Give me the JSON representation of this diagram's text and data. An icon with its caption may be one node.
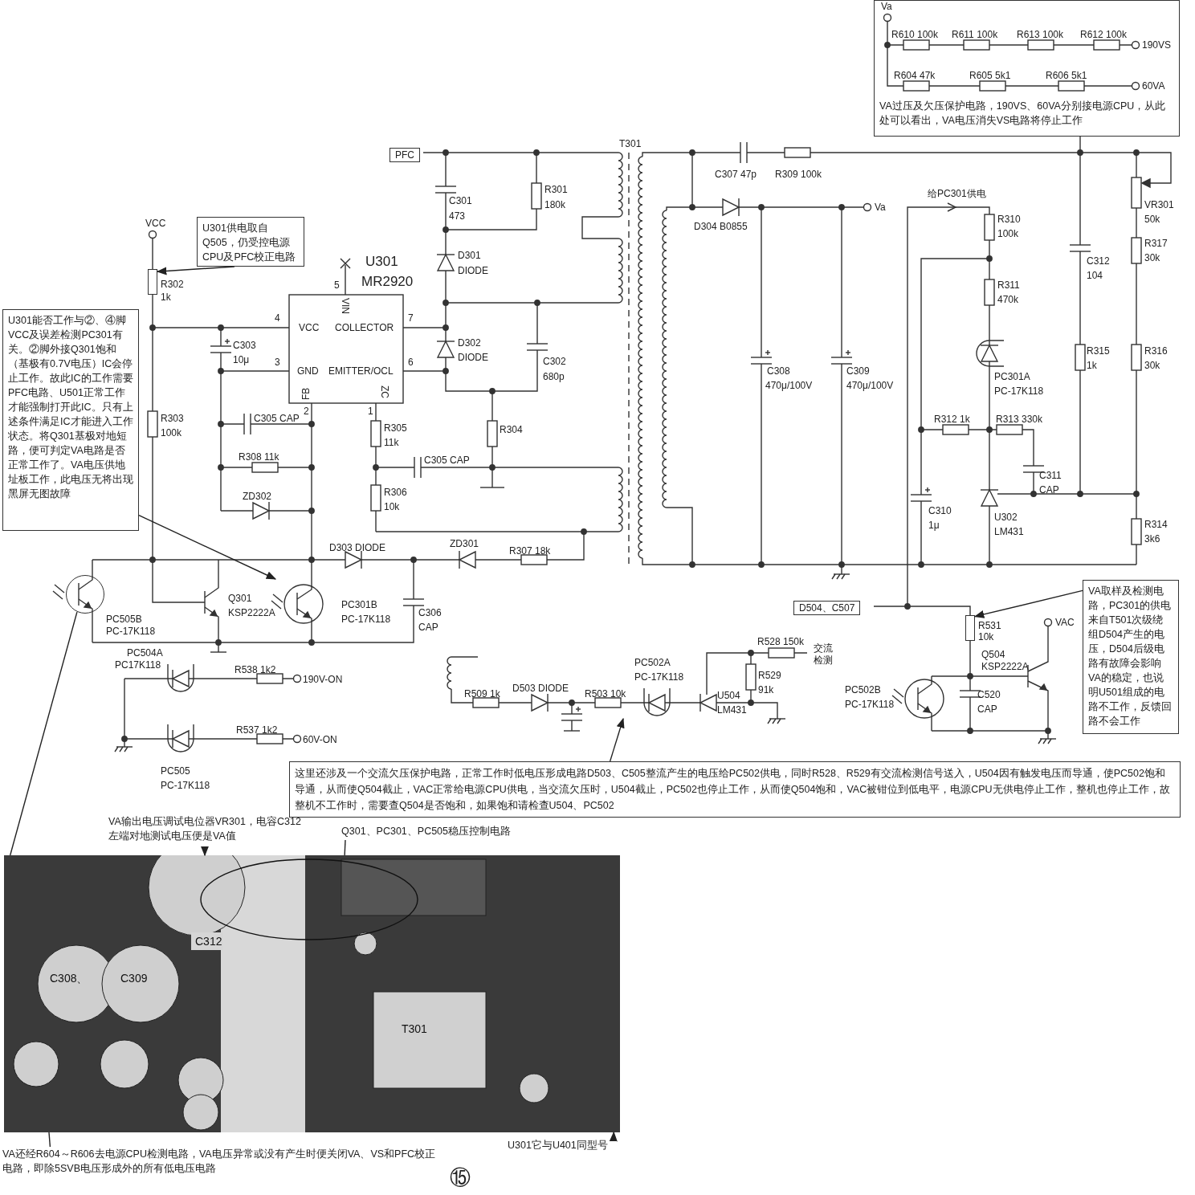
{
  "diagram": {
    "nodes": [
      {
        "text": [
          "U301供电取自Q505，仍受控电源CPU及PFC校正电路"
        ]
      },
      {
        "text": [
          "U301能否工作与②、④脚VCC及误差检测PC301有关。②脚外接Q301饱和（基极有0.7V电压）IC会停止工作。故此IC的工作需要PFC电路、U501正常工作才能强制打开此IC。只有上述条件满足IC才能进入工作状态。将Q301基极对地短路，便可判定VA电路是否正常工作了。VA电压供地址板工作，此电压无将出现黑屏无图故障"
        ]
      },
      {
        "text": [
          "VA过压及欠压保护电路，190VS、60VA分别接电源CPU，从此处可以看出，VA电压消失VS电路将停止工作"
        ]
      },
      {
        "text": [
          "这里还涉及一个交流欠压保护电路，正常工作时低电压形成电路D503、C505整流产生的电压给PC502供电，同时R528、R529有交流检测信号送入，U504因有触发电压而导通，使PC502饱和导通，从而使Q504截止，VAC正常给电源CPU供电，当交流欠压时，U504截止，PC502也停止工作，从而使Q504饱和，VAC被钳位到低电平，电源CPU无供电停止工作，整机也停止工作，故整机不工作时，需要查Q504是否饱和，如果饱和请检查U504、PC502"
        ]
      },
      {
        "text": [
          "VA取样及检测电路，PC301的供电来自T501次级绕组D504产生的电压，D504后级电路有故障会影响VA的稳定，也说明U501组成的电路不工作，反馈回路不会工作"
        ]
      },
      {
        "text": [
          "VA输出电压调试电位器VR301，电容C312左端对地测试电压便是VA值"
        ]
      },
      {
        "text": [
          "Q301、PC301、PC505稳压控制电路"
        ]
      },
      {
        "text": [],
        "shape": "picture"
      },
      {
        "text": [
          "VA还经R604～R606去电源CPU检测电路，VA电压异常或没有产生时便关闭VA、VS和PFC校正电路，即除5SVB电压形成外的所有低电压电路"
        ]
      },
      {
        "text": [
          "U301它与U401同型号"
        ]
      },
      {
        "text": [],
        "shape": "resistor",
        "beside": [
          "R302",
          "1k"
        ]
      },
      {
        "text": [],
        "shape": "resistor",
        "beside": [
          "R531",
          "10k"
        ]
      },
      {
        "text": [],
        "shape": "circle",
        "beside": [
          "PC505B",
          "PC-17K118"
        ]
      }
    ],
    "edges": [
      {
        "from": 0,
        "to": 10,
        "arrow": "to"
      },
      {
        "from": 1,
        "to": null,
        "arrow": "to"
      },
      {
        "from": 7,
        "to": 12,
        "arrow": "none"
      },
      {
        "from": 3,
        "to": null,
        "arrow": "to"
      },
      {
        "from": 4,
        "to": 11,
        "arrow": "to"
      },
      {
        "from": 5,
        "to": 7,
        "arrow": "to"
      },
      {
        "from": 6,
        "to": 7,
        "arrow": "none"
      },
      {
        "from": 8,
        "to": 7,
        "arrow": "none"
      },
      {
        "from": 9,
        "to": 7,
        "arrow": "to"
      }
    ],
    "labels": [
      "Va",
      "R610 100k",
      "R611 100k",
      "R613 100k",
      "R612 100k",
      "190VS",
      "R604 47k",
      "R605 5k1",
      "R606 5k1",
      "60VA",
      "PFC",
      "T301",
      "C301",
      "473",
      "R301",
      "180k",
      "D301",
      "DIODE",
      "U301",
      "5",
      "MR2920",
      "VIN",
      "4",
      "VCC",
      "COLLECTOR",
      "7",
      "3",
      "GND",
      "EMITTER/OCL",
      "6",
      "FB",
      "ZC",
      "2",
      "1",
      "D302",
      "DIODE",
      "C302",
      "680p",
      "R304",
      "VCC",
      "C303",
      "10μ",
      "R303",
      "100k",
      "C305 CAP",
      "R308 11k",
      "ZD302",
      "R305",
      "11k",
      "C305 CAP",
      "R306",
      "10k",
      "D303 DIODE",
      "ZD301",
      "R307 18k",
      "Q301",
      "KSP2222A",
      "PC301B",
      "PC-17K118",
      "C306",
      "CAP",
      "PC504A",
      "PC17K118",
      "R538 1k2",
      "190V-ON",
      "R537 1k2",
      "60V-ON",
      "PC505",
      "PC-17K118",
      "C307 47p",
      "R309 100k",
      "D304 B0855",
      "Va",
      "给PC301供电",
      "R310",
      "100k",
      "VR301",
      "50k",
      "R317",
      "30k",
      "C312",
      "104",
      "R311",
      "470k",
      "C308",
      "470μ/100V",
      "C309",
      "470μ/100V",
      "PC301A",
      "PC-17K118",
      "R315",
      "1k",
      "R316",
      "30k",
      "R312 1k",
      "R313 330k",
      "C311",
      "CAP",
      "C310",
      "1μ",
      "U302",
      "LM431",
      "R314",
      "3k6",
      "D504、C507",
      "VAC",
      "Q504",
      "KSP2222A",
      "PC502B",
      "PC-17K118",
      "C520",
      "CAP",
      "R528 150k",
      "交流检测",
      "PC502A",
      "PC-17K118",
      "R529",
      "91k",
      "U504",
      "LM431",
      "R509 1k",
      "D503 DIODE",
      "R503 10k",
      "C308、",
      "C309",
      "C312",
      "T301",
      "⑮"
    ]
  }
}
